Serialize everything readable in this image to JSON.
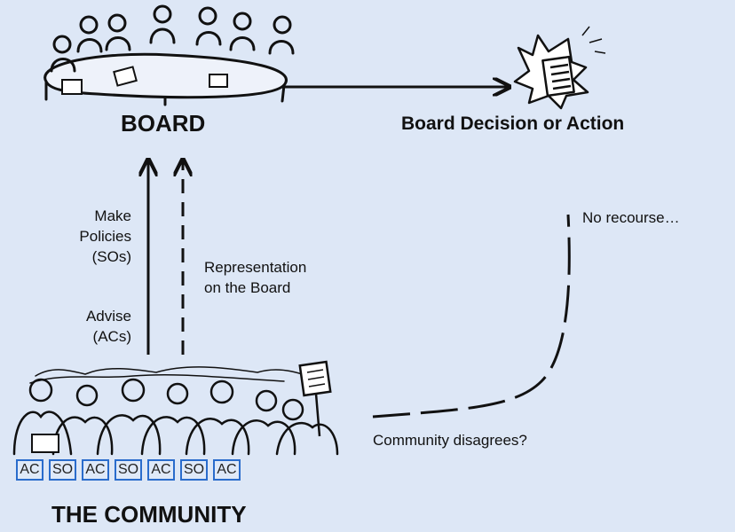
{
  "board": {
    "title": "BOARD"
  },
  "decision": {
    "title": "Board Decision or Action"
  },
  "community": {
    "title": "THE COMMUNITY",
    "badges": [
      "AC",
      "SO",
      "AC",
      "SO",
      "AC",
      "SO",
      "AC"
    ]
  },
  "arrows": {
    "policies": [
      "Make",
      "Policies",
      "(SOs)"
    ],
    "advise": [
      "Advise",
      "(ACs)"
    ],
    "representation": [
      "Representation",
      "on the Board"
    ]
  },
  "outcome": {
    "recourse": "No recourse…",
    "disagrees": "Community disagrees?"
  },
  "colors": {
    "background": "#dde7f6",
    "badge_border": "#2a6ccc",
    "ink": "#111111"
  },
  "icons": [
    "board-meeting-icon",
    "decision-document-icon",
    "community-crowd-icon",
    "protest-sign-icon"
  ]
}
